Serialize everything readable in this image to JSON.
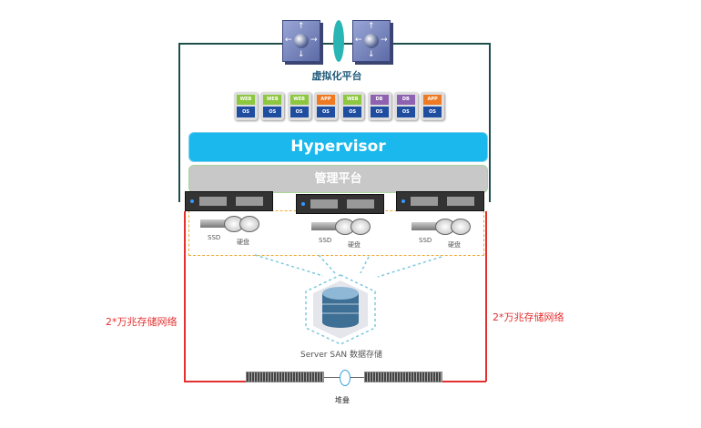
{
  "top_label": "虚拟化平台",
  "vms": [
    {
      "app": "WEB",
      "os": "OS",
      "color": "#8dc63f"
    },
    {
      "app": "WEB",
      "os": "OS",
      "color": "#8dc63f"
    },
    {
      "app": "WEB",
      "os": "OS",
      "color": "#8dc63f"
    },
    {
      "app": "APP",
      "os": "OS",
      "color": "#f07a22"
    },
    {
      "app": "WEB",
      "os": "OS",
      "color": "#8dc63f"
    },
    {
      "app": "DB",
      "os": "OS",
      "color": "#8e62b0"
    },
    {
      "app": "DB",
      "os": "OS",
      "color": "#8e62b0"
    },
    {
      "app": "APP",
      "os": "OS",
      "color": "#f07a22"
    }
  ],
  "hypervisor": "Hypervisor",
  "mgmt": "管理平台",
  "nodes": [
    {
      "ssd": "SSD",
      "hdd": "硬盘"
    },
    {
      "ssd": "SSD",
      "hdd": "硬盘"
    },
    {
      "ssd": "SSD",
      "hdd": "硬盘"
    }
  ],
  "network_left": "2*万兆存储网络",
  "network_right": "2*万兆存储网络",
  "storage_label": "Server SAN 数据存储",
  "stack_label": "堆叠",
  "colors": {
    "hypervisor": "#1ab8ec",
    "mgmt": "#c8c8c8",
    "frame": "#1f4f4c",
    "network": "#e53030",
    "dashed": "#f0a830"
  }
}
